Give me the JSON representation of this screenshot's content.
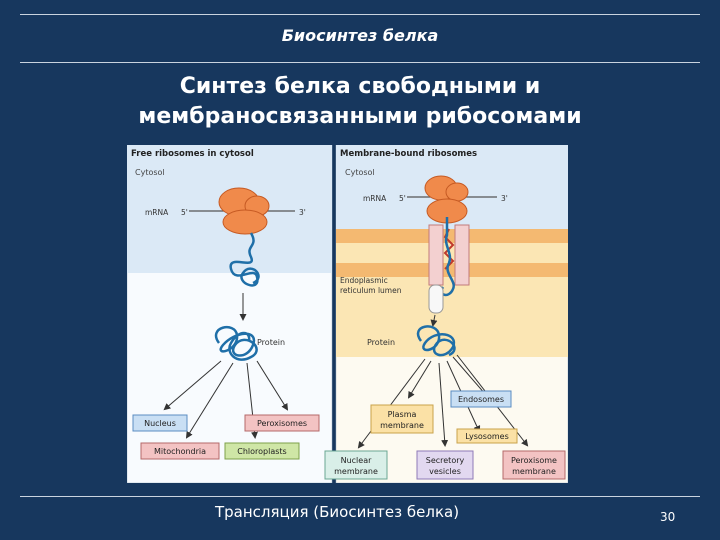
{
  "slide": {
    "header": "Биосинтез белка",
    "title_line1": "Синтез белка свободными и",
    "title_line2": "мембраносвязанными рибосомами",
    "footer": "Трансляция (Биосинтез белка)",
    "page_number": "30"
  },
  "figure": {
    "left_panel": {
      "title": "Free ribosomes in cytosol",
      "compartment": "Cytosol",
      "mrna_label": "mRNA",
      "five_prime": "5'",
      "three_prime": "3'",
      "protein_label": "Protein",
      "destinations": [
        "Nucleus",
        "Peroxisomes",
        "Mitochondria",
        "Chloroplasts"
      ]
    },
    "right_panel": {
      "title": "Membrane-bound ribosomes",
      "compartment": "Cytosol",
      "mrna_label": "mRNA",
      "five_prime": "5'",
      "three_prime": "3'",
      "er_label_line1": "Endoplasmic",
      "er_label_line2": "reticulum lumen",
      "protein_label": "Protein",
      "destinations": [
        {
          "line1": "Endosomes",
          "line2": ""
        },
        {
          "line1": "Plasma",
          "line2": "membrane"
        },
        {
          "line1": "Lysosomes",
          "line2": ""
        },
        {
          "line1": "Nuclear",
          "line2": "membrane"
        },
        {
          "line1": "Secretory",
          "line2": "vesicles"
        },
        {
          "line1": "Peroxisome",
          "line2": "membrane"
        }
      ]
    }
  },
  "colors": {
    "background": "#17375e",
    "ribosome": "#f08a4b",
    "protein_chain": "#1f6fa8",
    "er_membrane": "#f4b971",
    "cytosol": "#dbe9f6",
    "er_lumen": "#fbe6b4"
  }
}
